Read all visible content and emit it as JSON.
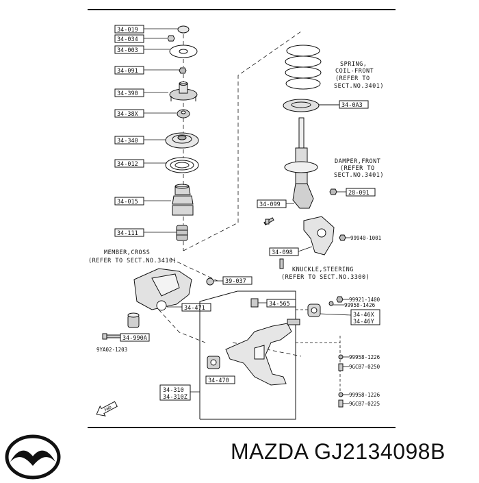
{
  "parts": {
    "p34019": "34-019",
    "p34034": "34-034",
    "p34003": "34-003",
    "p34091": "34-091",
    "p34390": "34-390",
    "p3438x": "34-38X",
    "p34340": "34-340",
    "p34012": "34-012",
    "p34015": "34-015",
    "p34111": "34-111",
    "p340a3": "34-0A3",
    "p28091": "28-091",
    "p34099": "34-099",
    "p34098": "34-098",
    "p39037": "39-037",
    "p34565": "34-565",
    "p34471": "34-471",
    "p34990a": "34-990A",
    "p34470": "34-470",
    "p34310": "34-310",
    "p34310z": "34-310Z",
    "p3446x": "34-46X",
    "p3446y": "34-46Y"
  },
  "small_parts": {
    "s9994": "99940-1001",
    "s99921": "99921-1400",
    "s999581426": "99958-1426",
    "s9ya02": "9YA02-1203",
    "s999581226a": "99958-1226",
    "s9gcb0250": "9GCB7-0250",
    "s999581226b": "99958-1226",
    "s9gcb0225": "9GCB7-0225"
  },
  "notes": {
    "spring_1": "SPRING,",
    "spring_2": "COIL-FRONT",
    "spring_3": "(REFER TO",
    "spring_4": "SECT.NO.3401)",
    "damper_1": "DAMPER,FRONT",
    "damper_2": "(REFER TO",
    "damper_3": "SECT.NO.3401)",
    "member_1": "MEMBER,CROSS",
    "member_2": "(REFER TO SECT.NO.3410)",
    "knuckle_1": "KNUCKLE,STEERING",
    "knuckle_2": "(REFER TO SECT.NO.3300)",
    "fwd": "FWD"
  },
  "caption": "MAZDA GJ2134098B"
}
